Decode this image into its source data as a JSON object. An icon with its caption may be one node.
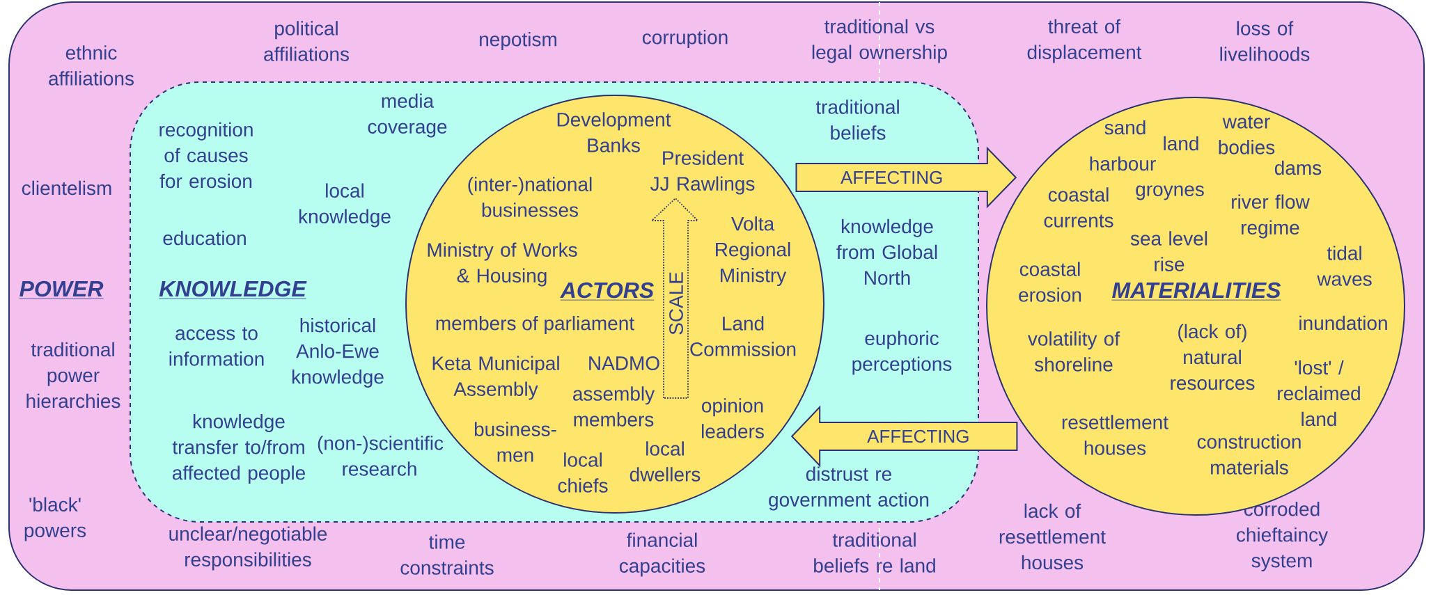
{
  "diagram": {
    "nodes": [
      {
        "text": [
          "POWER",
          "ethnic affiliations",
          "political affiliations",
          "nepotism",
          "corruption",
          "traditional vs legal ownership",
          "threat of displacement",
          "loss of livelihoods",
          "clientelism",
          "traditional power hierarchies",
          "'black' powers",
          "unclear/negotiable responsibilities",
          "time constraints",
          "financial capacities",
          "traditional beliefs re land",
          "lack of resettlement houses",
          "corroded chieftaincy system"
        ]
      },
      {
        "text": [
          "KNOWLEDGE",
          "recognition of causes for erosion",
          "media coverage",
          "local knowledge",
          "education",
          "access to information",
          "historical Anlo-Ewe knowledge",
          "knowledge transfer to/from affected people",
          "(non-)scientific research",
          "traditional beliefs",
          "knowledge from Global North",
          "euphoric perceptions",
          "distrust re government action"
        ],
        "in": 0
      },
      {
        "text": [
          "ACTORS",
          "Development Banks",
          "President JJ Rawlings",
          "(inter-)national businesses",
          "Volta Regional Ministry",
          "Ministry of Works & Housing",
          "members of parliament",
          "Land Commission",
          "Keta Municipal Assembly",
          "NADMO",
          "assembly members",
          "opinion leaders",
          "business- men",
          "local chiefs",
          "local dwellers"
        ],
        "in": 1
      },
      {
        "text": [
          "MATERIALITIES",
          "sand",
          "land",
          "water bodies",
          "harbour",
          "dams",
          "coastal currents",
          "groynes",
          "river flow regime",
          "sea level rise",
          "tidal waves",
          "coastal erosion",
          "inundation",
          "volatility of shoreline",
          "(lack of) natural resources",
          "'lost' / reclaimed land",
          "resettlement houses",
          "construction materials"
        ],
        "in": 0
      }
    ],
    "edges": [
      {
        "from": 2,
        "to": 3,
        "arrow": "to",
        "label": "AFFECTING"
      },
      {
        "from": 3,
        "to": 2,
        "arrow": "to",
        "label": "AFFECTING"
      }
    ],
    "labels": [
      "SCALE"
    ]
  }
}
